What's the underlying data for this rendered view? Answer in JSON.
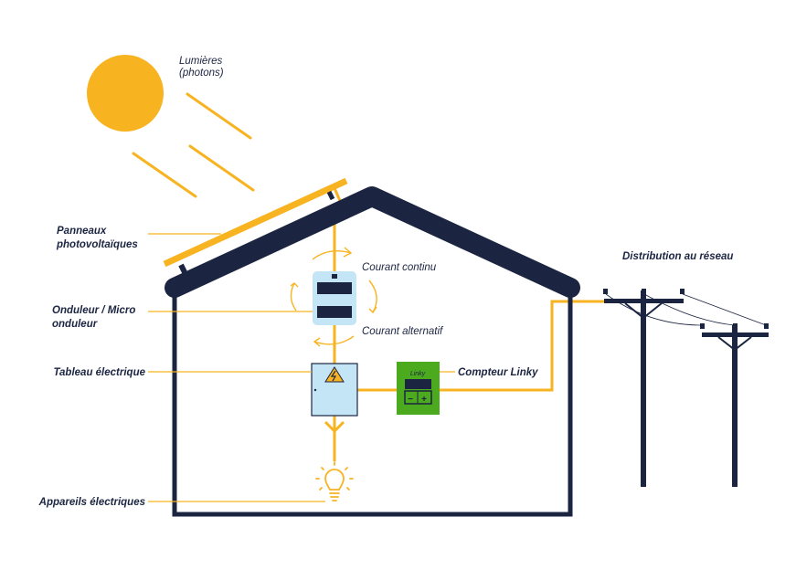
{
  "colors": {
    "navy": "#1b2541",
    "yellow": "#f7b320",
    "light_blue": "#c4e5f5",
    "green": "#4caa1f"
  },
  "labels": {
    "light": [
      "Lumières",
      "(photons)"
    ],
    "panels": [
      "Panneaux",
      "photovoltaïques"
    ],
    "inverter": [
      "Onduleur / Micro",
      "onduleur"
    ],
    "panel_board": "Tableau électrique",
    "appliances": "Appareils électriques",
    "direct_current": "Courant continu",
    "alternating_current": "Courant alternatif",
    "meter": "Compteur Linky",
    "grid": "Distribution au réseau",
    "meter_brand": "Linky",
    "meter_minus": "−",
    "meter_plus": "+"
  },
  "icons": {
    "sun": "sun-icon",
    "bulb": "lightbulb-icon",
    "warning": "high-voltage-warning-icon",
    "poles": "utility-pole-icon"
  }
}
